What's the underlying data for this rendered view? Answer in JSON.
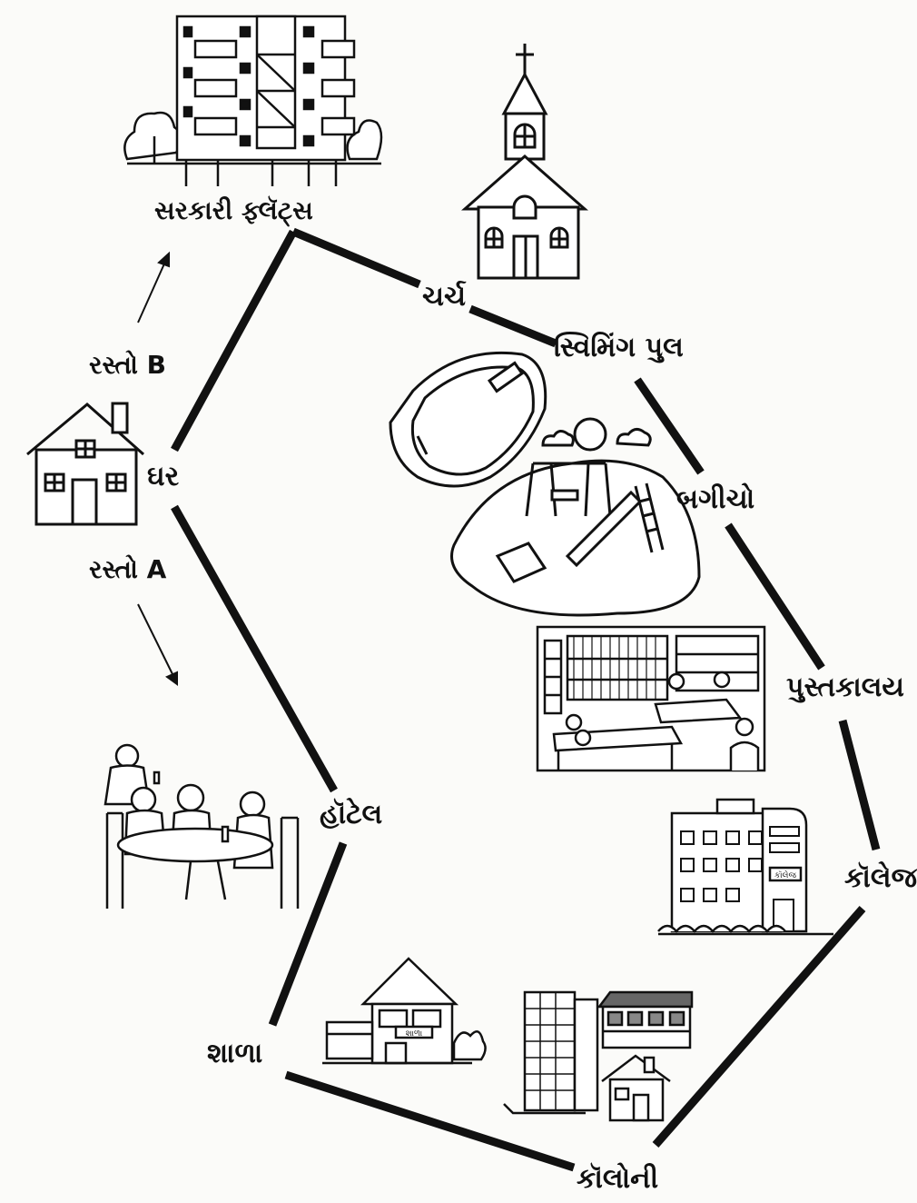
{
  "labels": {
    "flats": "સરકારી ફ્લૅટ્સ",
    "church": "ચર્ચ",
    "pool": "સ્વિમિંગ પુલ",
    "garden": "બગીચો",
    "library": "પુસ્તકાલય",
    "college": "કૉલેજ",
    "colony": "કૉલોની",
    "school": "શાળા",
    "hotel": "હૉટેલ",
    "home": "ઘર",
    "route_b": "રસ્તો B",
    "route_a": "રસ્તો A"
  },
  "building_signs": {
    "college_sign": "કૉલેજ",
    "school_sign": "શાળા"
  },
  "colors": {
    "ink": "#111111",
    "paper": "#fbfbf9"
  },
  "icons": [
    "flats-building-icon",
    "church-icon",
    "house-icon",
    "pool-icon",
    "playground-icon",
    "library-icon",
    "hotel-people-icon",
    "college-building-icon",
    "school-building-icon",
    "colony-buildings-icon",
    "arrow-up-icon",
    "arrow-down-icon"
  ]
}
